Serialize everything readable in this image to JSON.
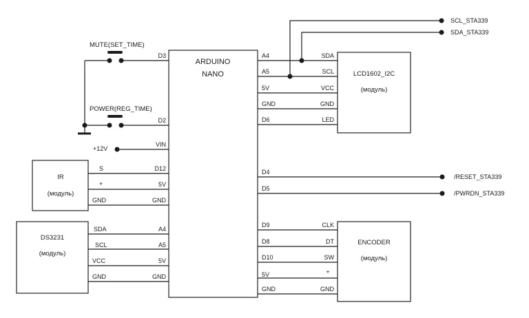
{
  "arduino": {
    "title_line1": "ARDUINO",
    "title_line2": "NANO",
    "left_pins": [
      "D3",
      "D2",
      "VIN",
      "D12",
      "5V",
      "GND",
      "A4",
      "A5",
      "5V",
      "GND"
    ],
    "right_pins": [
      "A4",
      "A5",
      "5V",
      "GND",
      "D6",
      "D4",
      "D5",
      "D9",
      "D8",
      "D10",
      "5V",
      "GND"
    ]
  },
  "buttons": {
    "mute": "MUTE(SET_TIME)",
    "power": "POWER(REG_TIME)"
  },
  "power_label": "+12V",
  "lcd": {
    "title": "LCD1602_I2C",
    "subtitle": "(модуль)",
    "pins": [
      "SDA",
      "SCL",
      "VCC",
      "GND",
      "LED"
    ]
  },
  "ir": {
    "title": "IR",
    "subtitle": "(модуль)",
    "pins": [
      "S",
      "+",
      "GND"
    ]
  },
  "ds3231": {
    "title": "DS3231",
    "subtitle": "(модуль)",
    "pins": [
      "SDA",
      "SCL",
      "VCC",
      "GND"
    ]
  },
  "encoder": {
    "title": "ENCODER",
    "subtitle": "(модуль)",
    "pins": [
      "CLK",
      "DT",
      "SW",
      "+",
      "GND"
    ]
  },
  "nets": {
    "scl": "SCL_STA339",
    "sda": "SDA_STA339",
    "reset": "/RESET_STA339",
    "pwrdn": "/PWRDN_STA339"
  }
}
